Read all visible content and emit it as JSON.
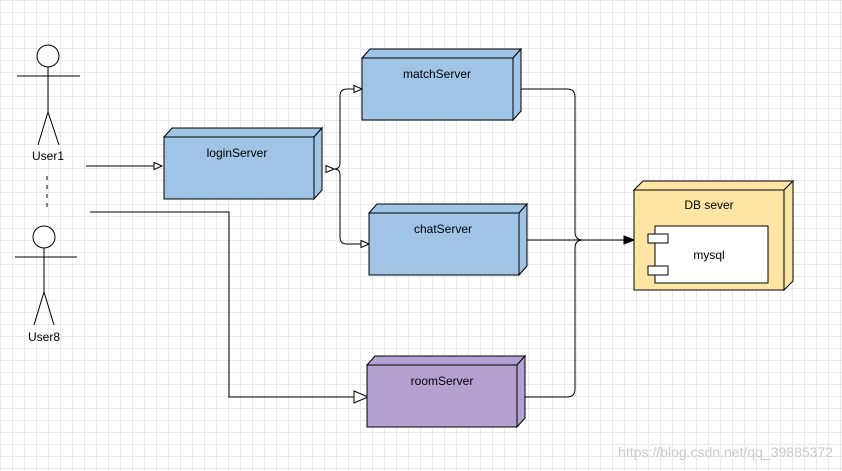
{
  "actors": [
    {
      "id": "user1",
      "label": "User1"
    },
    {
      "id": "user8",
      "label": "User8"
    }
  ],
  "nodes": {
    "login": {
      "label": "loginServer",
      "fill": "#9fc4e5"
    },
    "match": {
      "label": "matchServer",
      "fill": "#9fc4e5"
    },
    "chat": {
      "label": "chatServer",
      "fill": "#9fc4e5"
    },
    "room": {
      "label": "roomServer",
      "fill": "#b3a2d1"
    },
    "db": {
      "label": "DB sever",
      "fill": "#fde5a3"
    }
  },
  "component": {
    "label": "mysql"
  },
  "watermark": "https://blog.csdn.net/qq_39885372"
}
